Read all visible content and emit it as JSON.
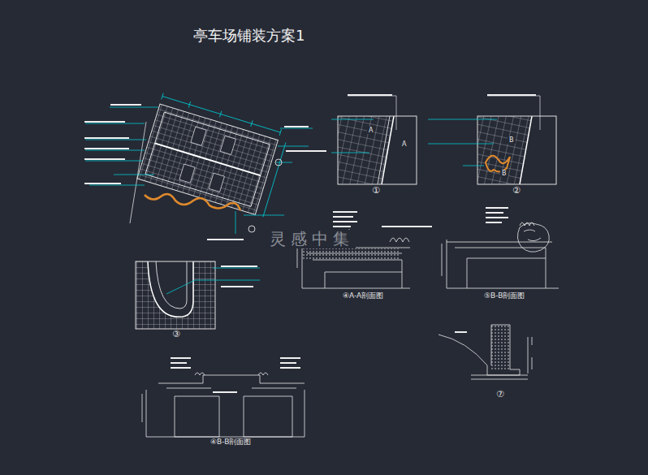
{
  "diagram": {
    "title": "亭车场铺装方案1",
    "labels": [
      "①",
      "②",
      "③",
      "④A-A剖面图",
      "⑤B-B剖面图",
      "⑦",
      "④B-B剖面图",
      "灵感中集",
      "A",
      "A",
      "B",
      "B"
    ]
  }
}
